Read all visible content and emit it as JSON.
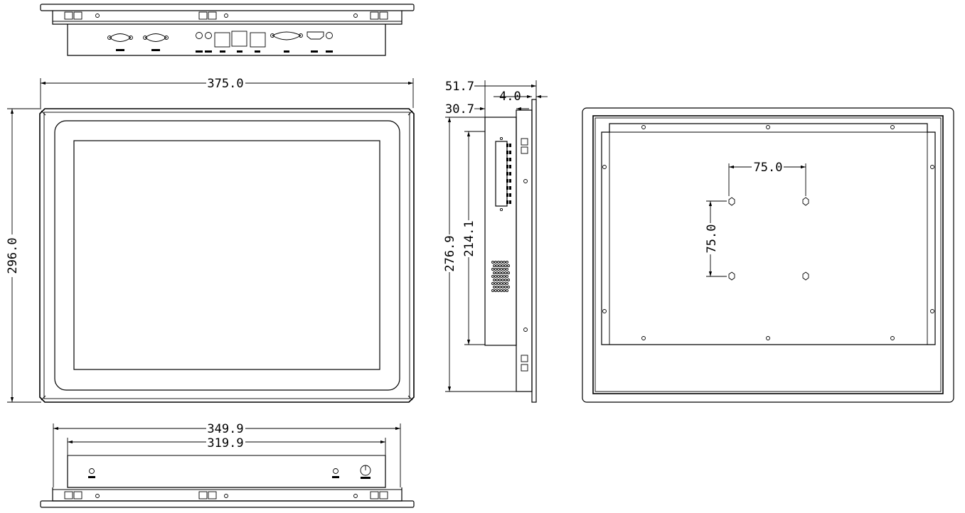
{
  "dimensions": {
    "front_width": "375.0",
    "front_height": "296.0",
    "bottom_outer_width": "349.9",
    "bottom_inner_width": "319.9",
    "side_total_depth": "51.7",
    "side_body_depth": "30.7",
    "side_bezel_thickness": "4.0",
    "side_body_height": "276.9",
    "side_port_height": "214.1",
    "vesa_horizontal": "75.0",
    "vesa_vertical": "75.0"
  }
}
